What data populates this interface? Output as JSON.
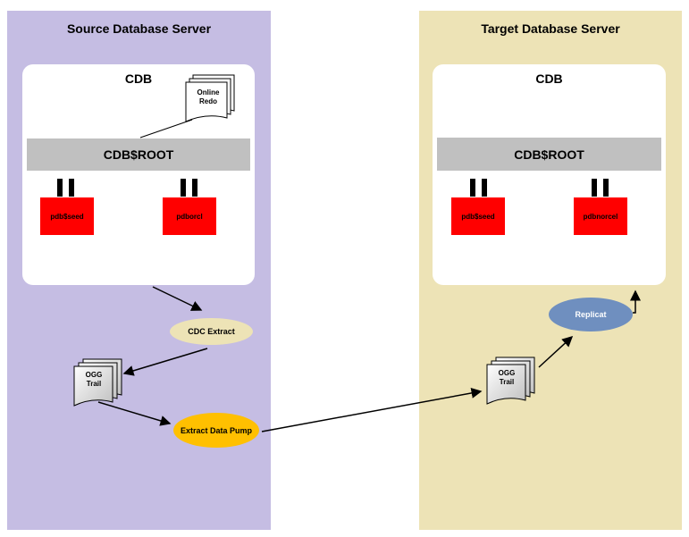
{
  "source": {
    "title": "Source Database Server",
    "cdb_label": "CDB",
    "root_label": "CDB$ROOT",
    "pdbs": [
      "pdb$seed",
      "pdborcl"
    ],
    "redo_label": "Online\nRedo",
    "extract_label": "CDC Extract",
    "trail_label": "OGG\nTrail",
    "pump_label": "Extract Data Pump"
  },
  "target": {
    "title": "Target Database Server",
    "cdb_label": "CDB",
    "root_label": "CDB$ROOT",
    "pdbs": [
      "pdb$seed",
      "pdbnorcel"
    ],
    "trail_label": "OGG\nTrail",
    "replicat_label": "Replicat"
  },
  "colors": {
    "source_panel": "#c5bde3",
    "target_panel": "#ede3b6",
    "pdb": "#ff0000",
    "cdc_extract": "#ede3b6",
    "data_pump": "#ffc000",
    "replicat": "#6f8fbf"
  }
}
